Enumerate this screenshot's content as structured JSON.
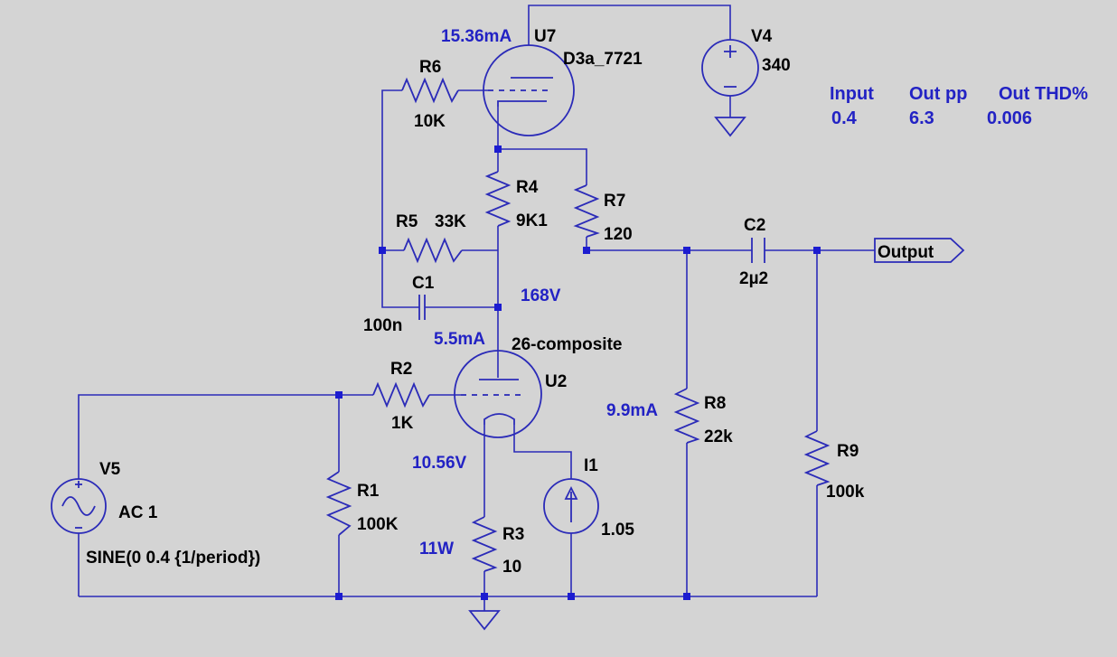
{
  "components": {
    "u7": {
      "ref": "U7",
      "model": "D3a_7721",
      "current": "15.36mA"
    },
    "u2": {
      "ref": "U2",
      "model": "26-composite",
      "current": "5.5mA"
    },
    "v4": {
      "ref": "V4",
      "value": "340"
    },
    "v5": {
      "ref": "V5",
      "value": "AC 1",
      "spec": "SINE(0 0.4 {1/period})"
    },
    "r1": {
      "ref": "R1",
      "value": "100K"
    },
    "r2": {
      "ref": "R2",
      "value": "1K"
    },
    "r3": {
      "ref": "R3",
      "value": "10",
      "power": "11W"
    },
    "r4": {
      "ref": "R4",
      "value": "9K1"
    },
    "r5": {
      "ref": "R5",
      "value": "33K"
    },
    "r6": {
      "ref": "R6",
      "value": "10K"
    },
    "r7": {
      "ref": "R7",
      "value": "120"
    },
    "r8": {
      "ref": "R8",
      "value": "22k",
      "current": "9.9mA"
    },
    "r9": {
      "ref": "R9",
      "value": "100k"
    },
    "c1": {
      "ref": "C1",
      "value": "100n"
    },
    "c2": {
      "ref": "C2",
      "value": "2µ2"
    },
    "i1": {
      "ref": "I1",
      "value": "1.05"
    }
  },
  "node_annotations": {
    "anode_voltage": "168V",
    "cathode_voltage": "10.56V"
  },
  "output_label": "Output",
  "results": {
    "headers": [
      "Input",
      "Out pp",
      "Out THD%"
    ],
    "values": [
      "0.4",
      "6.3",
      "0.006"
    ]
  },
  "colors": {
    "background": "#d4d4d4",
    "wire": "#2b2bb8",
    "annotation": "#2222c4",
    "label": "#000000"
  }
}
